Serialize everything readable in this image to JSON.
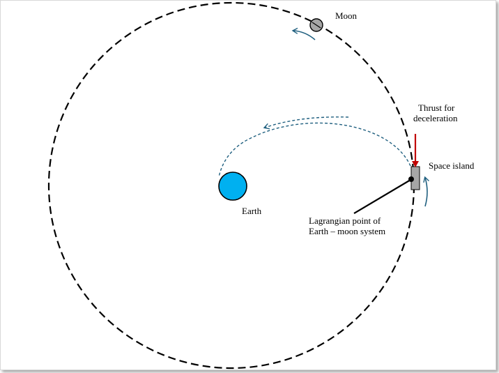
{
  "labels": {
    "moon": "Moon",
    "thrust_line1": "Thrust for",
    "thrust_line2": "deceleration",
    "space_island": "Space island",
    "earth": "Earth",
    "lagrange_line1": "Lagrangian point of",
    "lagrange_line2": "Earth – moon system"
  },
  "colors": {
    "orbit": "#000000",
    "earth_fill": "#00b0f0",
    "trajectory": "#1f5f7f",
    "thrust_arrow": "#c00000",
    "moon_fill": "#a6a6a6",
    "space_island_fill": "#a6a6a6"
  }
}
